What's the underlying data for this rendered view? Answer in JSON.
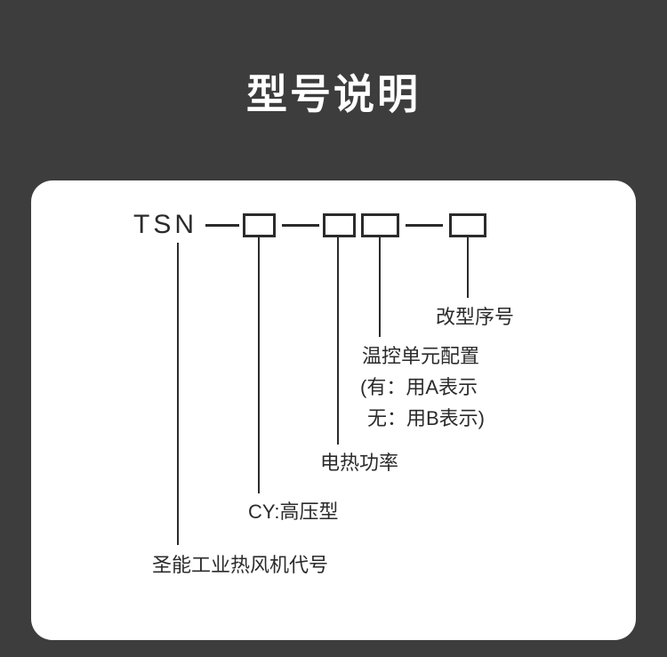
{
  "page": {
    "title": "型号说明"
  },
  "colors": {
    "background": "#3d3d3d",
    "card": "#ffffff",
    "title_text": "#ffffff",
    "diagram_text": "#2b2b2b"
  },
  "diagram": {
    "prefix": "TSN",
    "labels": {
      "modification": "改型序号",
      "temp_control_line1": "温控单元配置",
      "temp_control_line2": "(有：用A表示",
      "temp_control_line3": "无：用B表示)",
      "power": "电热功率",
      "type": "CY:高压型",
      "code": "圣能工业热风机代号"
    }
  }
}
